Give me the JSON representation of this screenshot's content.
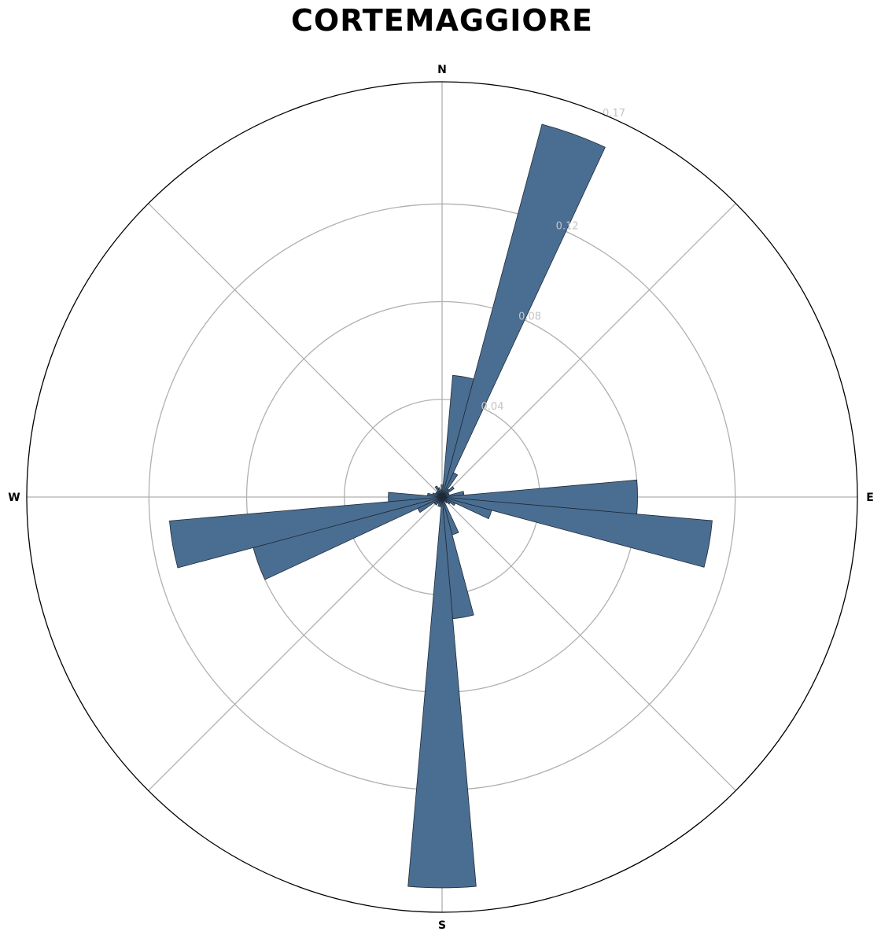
{
  "title": "CORTEMAGGIORE",
  "colors": {
    "bar": "#4a6e91",
    "grid": "#b0b0b0",
    "frame": "#000000",
    "radial_labels": "#c4c4c4"
  },
  "chart_data": {
    "type": "bar",
    "projection": "polar-windrose",
    "title": "CORTEMAGGIORE",
    "direction_labels": [
      "N",
      "E",
      "S",
      "W"
    ],
    "radial_ticks": [
      0.04,
      0.08,
      0.12,
      0.17
    ],
    "radial_tick_labels": [
      "0.04",
      "0.08",
      "0.12",
      "0.17"
    ],
    "rmax": 0.17,
    "grid": true,
    "sector_width_deg": 10,
    "categories": [
      0,
      10,
      20,
      30,
      40,
      50,
      60,
      70,
      80,
      90,
      100,
      110,
      120,
      130,
      140,
      150,
      160,
      170,
      180,
      190,
      200,
      210,
      220,
      230,
      240,
      250,
      260,
      270,
      280,
      290,
      300,
      310,
      320,
      330,
      340,
      350
    ],
    "values": [
      0.005,
      0.05,
      0.158,
      0.011,
      0.004,
      0.006,
      0.003,
      0.003,
      0.009,
      0.08,
      0.111,
      0.021,
      0.006,
      0.004,
      0.003,
      0.002,
      0.016,
      0.05,
      0.16,
      0.004,
      0.004,
      0.003,
      0.004,
      0.004,
      0.011,
      0.08,
      0.112,
      0.022,
      0.006,
      0.004,
      0.003,
      0.003,
      0.003,
      0.005,
      0.004,
      0.003
    ]
  }
}
